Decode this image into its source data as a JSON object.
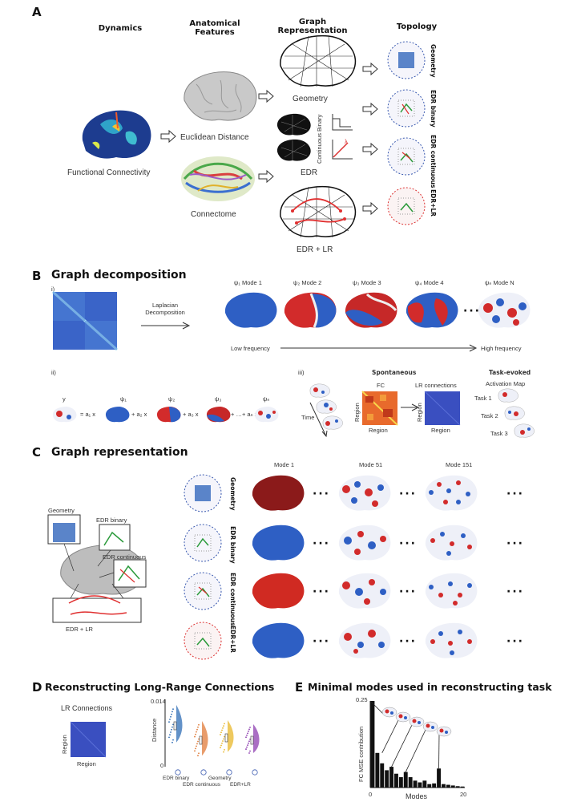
{
  "panelA": {
    "letter": "A",
    "col_dynamics": "Dynamics",
    "col_anatomical": "Anatomical Features",
    "col_graph": "Graph Representation",
    "col_topology": "Topology",
    "fc_label": "Functional Connectivity",
    "euclid_label": "Euclidean Distance",
    "connectome_label": "Connectome",
    "geometry_label": "Geometry",
    "edr_label": "EDR",
    "edrlr_label": "EDR + LR",
    "binary_label": "Binary",
    "continuous_label": "Continuous",
    "lambda_symbol": "λ",
    "topo_labels": [
      "Geometry",
      "EDR binary",
      "EDR continuous",
      "EDR+LR"
    ]
  },
  "panelB": {
    "letter": "B",
    "title": "Graph decomposition",
    "i_label": "i)",
    "ii_label": "ii)",
    "iii_label": "iii)",
    "laplacian": "Laplacian Decomposition",
    "mode_labels": [
      "ψ₁ Mode 1",
      "ψ₂ Mode 2",
      "ψ₃ Mode 3",
      "ψ₄ Mode 4",
      "ψₙ Mode N"
    ],
    "low_freq": "Low frequency",
    "high_freq": "High frequency",
    "eq_y": "y",
    "eq_terms": [
      "= a₁ x",
      "+ a₂ x",
      "+ a₃ x",
      "+ …+ aₙ x"
    ],
    "eq_psi": [
      "ψ₁",
      "ψ₂",
      "ψ₃",
      "ψₙ"
    ],
    "time": "Time",
    "spontaneous": "Spontaneous",
    "fc": "FC",
    "lr_connections": "LR connections",
    "region": "Region",
    "task_evoked": "Task-evoked",
    "activation_map": "Activation Map",
    "tasks": [
      "Task 1",
      "Task 2",
      "Task 3"
    ]
  },
  "panelC": {
    "letter": "C",
    "title": "Graph representation",
    "mode_headers": [
      "Mode 1",
      "Mode 51",
      "Mode 151"
    ],
    "row_labels": [
      "Geometry",
      "EDR binary",
      "EDR continuous",
      "EDR+LR"
    ],
    "inset_geometry": "Geometry",
    "inset_edr_binary": "EDR binary",
    "inset_edr_continuous": "EDR continuous",
    "inset_edrlr": "EDR + LR",
    "ellipsis": "···"
  },
  "panelD": {
    "letter": "D",
    "title": "Reconstructing Long-Range Connections",
    "lr_connections": "LR Connections",
    "region": "Region",
    "ylabel": "Distance",
    "ytick_top": "0.014",
    "ytick_bottom": "0",
    "categories": [
      "EDR binary",
      "EDR continuous",
      "Geometry",
      "EDR+LR"
    ],
    "colors": [
      "#2f6db5",
      "#e07b39",
      "#e8b72a",
      "#8e3fb0"
    ]
  },
  "panelE": {
    "letter": "E",
    "title": "Minimal modes used in reconstructing task",
    "ylabel": "FC MSE contribution",
    "xlabel": "Modes",
    "ytick": "0.25",
    "xticks": [
      "0",
      "20"
    ]
  },
  "chart_data": [
    {
      "type": "bar",
      "title": "Minimal modes used in reconstructing task",
      "xlabel": "Modes",
      "ylabel": "FC MSE contribution",
      "x": [
        1,
        2,
        3,
        4,
        5,
        6,
        7,
        8,
        9,
        10,
        11,
        12,
        13,
        14,
        15,
        16,
        17,
        18,
        19,
        20
      ],
      "values": [
        0.25,
        0.1,
        0.07,
        0.05,
        0.06,
        0.04,
        0.03,
        0.045,
        0.03,
        0.02,
        0.015,
        0.02,
        0.01,
        0.012,
        0.055,
        0.01,
        0.008,
        0.006,
        0.004,
        0.003
      ],
      "ylim": [
        0,
        0.25
      ],
      "xlim": [
        0,
        20
      ]
    },
    {
      "type": "scatter",
      "title": "Reconstructing Long-Range Connections",
      "ylabel": "Distance",
      "categories": [
        "EDR binary",
        "EDR continuous",
        "Geometry",
        "EDR+LR"
      ],
      "medians": [
        0.0085,
        0.0055,
        0.006,
        0.0055
      ],
      "ylim": [
        0,
        0.014
      ]
    }
  ]
}
